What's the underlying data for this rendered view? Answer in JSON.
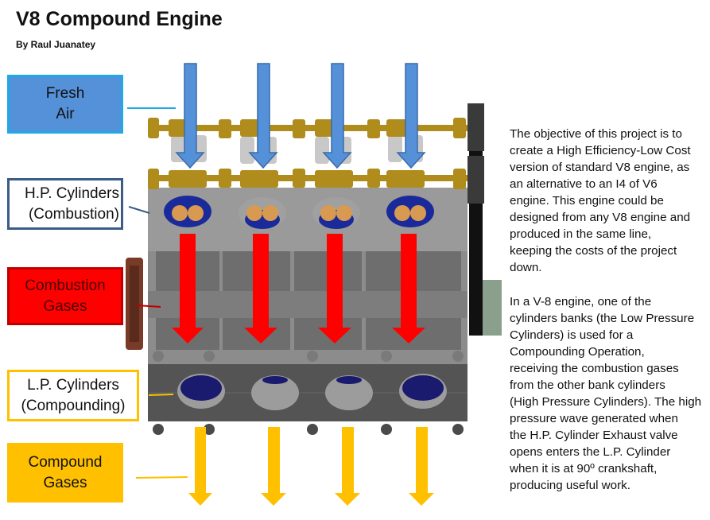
{
  "header": {
    "title": "V8 Compound Engine",
    "author": "By Raul Juanatey"
  },
  "labels": {
    "fresh_air": "Fresh\nAir",
    "hp_cylinders": "H.P. Cylinders\n(Combustion)",
    "combustion_gases": "Combustion\nGases",
    "lp_cylinders": "L.P. Cylinders\n(Compounding)",
    "compound_gases": "Compound\nGases"
  },
  "colors": {
    "fresh_air": "#5591d8",
    "fresh_air_border": "#1fa9e6",
    "hp_border": "#3a5c86",
    "combustion": "#ff0000",
    "lp_border": "#ffc000",
    "compound": "#ffc000"
  },
  "description": {
    "paragraph1": "The objective of this project is to\ncreate a High Efficiency-Low Cost\nversion of standard V8 engine, as\nan alternative to an I4 of V6\nengine. This engine could be\ndesigned from any V8 engine and\nproduced in the same line,\nkeeping the costs of the project\ndown.",
    "paragraph2": "In a V-8 engine, one of the\ncylinders banks (the Low Pressure\nCylinders) is used for a\nCompounding Operation,\nreceiving the combustion gases\nfrom the other bank cylinders\n(High Pressure Cylinders). The high\npressure wave generated when\nthe H.P. Cylinder Exhaust valve\nopens enters the L.P. Cylinder\nwhen it is at 90º crankshaft,\nproducing useful work."
  }
}
